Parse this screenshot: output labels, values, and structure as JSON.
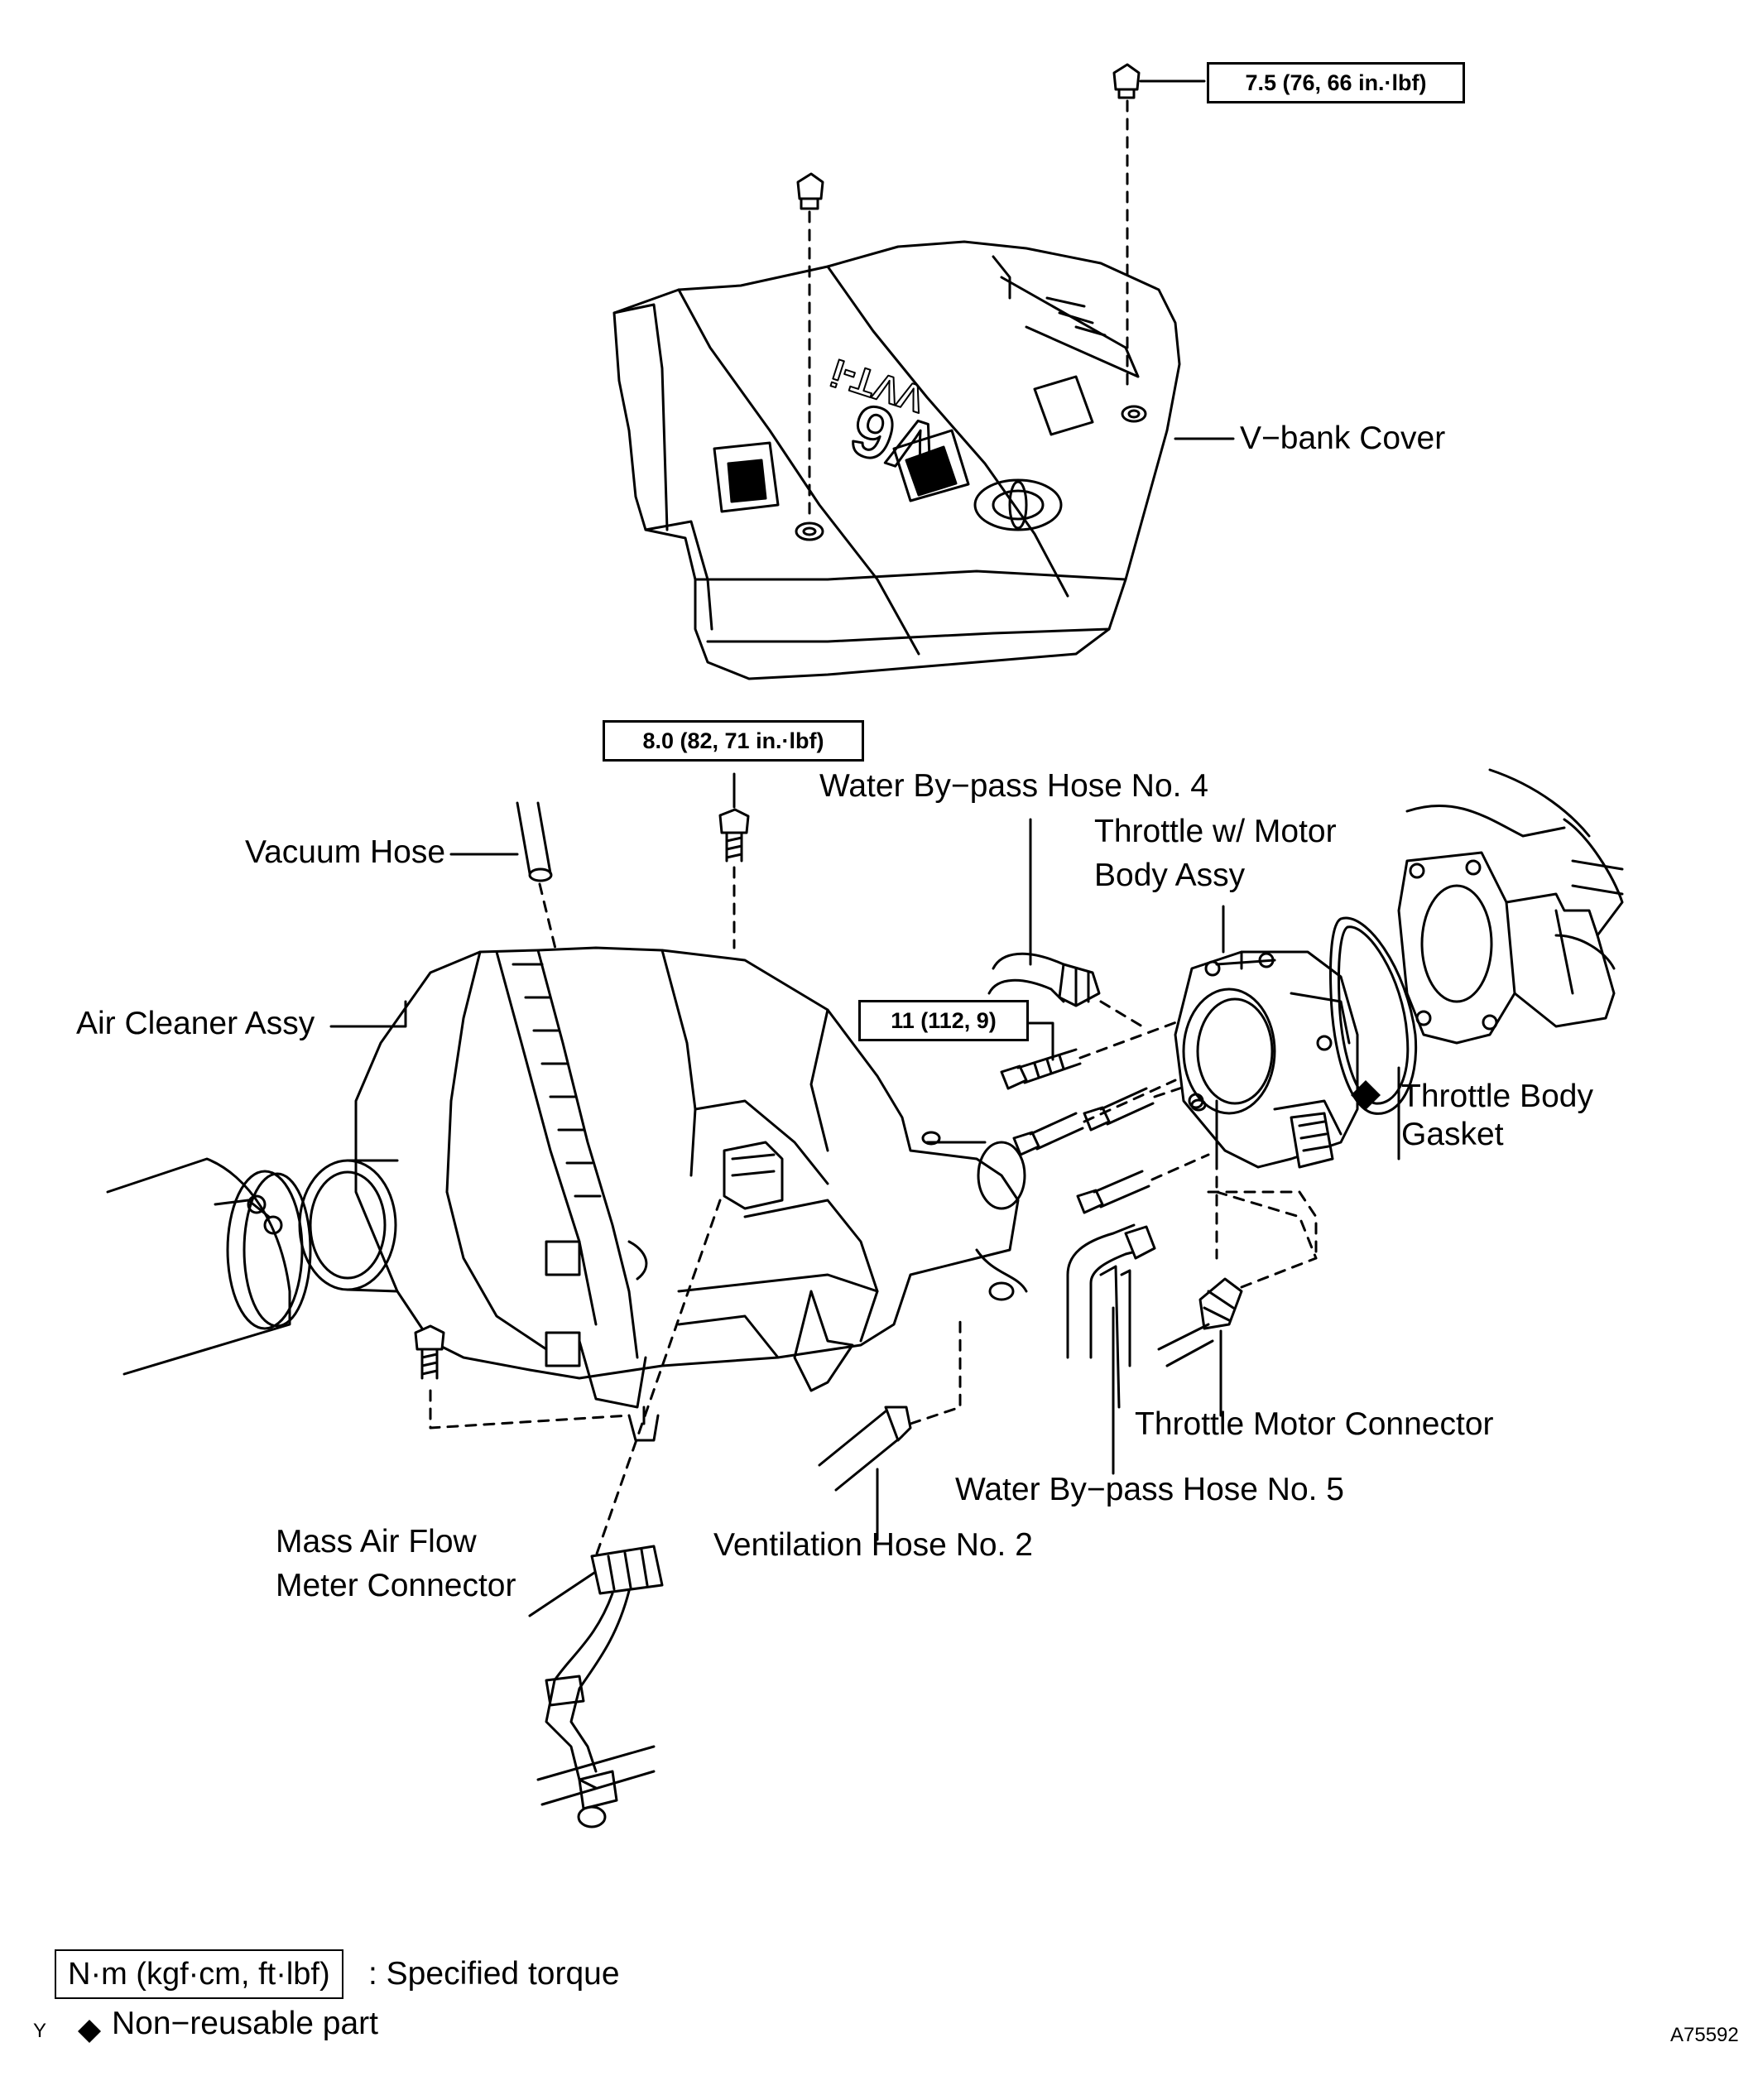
{
  "torque_specs": {
    "vbank_nut": "7.5 (76, 66 in.·lbf)",
    "air_cleaner_bolt": "8.0 (82, 71 in.·lbf)",
    "throttle_bolts": "11 (112, 9)"
  },
  "labels": {
    "vbank_cover": "V−bank Cover",
    "vacuum_hose": "Vacuum Hose",
    "air_cleaner": "Air Cleaner Assy",
    "water_hose_4": "Water By−pass Hose No. 4",
    "throttle_line1": "Throttle w/ Motor",
    "throttle_line2": "Body Assy",
    "gasket_line1": "Throttle Body",
    "gasket_line2": "Gasket",
    "throttle_motor_connector": "Throttle Motor Connector",
    "water_hose_5": "Water By−pass Hose No. 5",
    "ventilation_hose": "Ventilation Hose No. 2",
    "maf_line1": "Mass Air Flow",
    "maf_line2": "Meter Connector"
  },
  "emblem": {
    "line1": "VVT-i",
    "line2": "V6"
  },
  "legend": {
    "unit_box": "N·m (kgf·cm, ft·lbf)",
    "unit_desc": ": Specified torque",
    "nonreusable_symbol": "◆",
    "nonreusable_desc": "Non−reusable part"
  },
  "corner_mark": "Y",
  "figure_id": "A75592"
}
